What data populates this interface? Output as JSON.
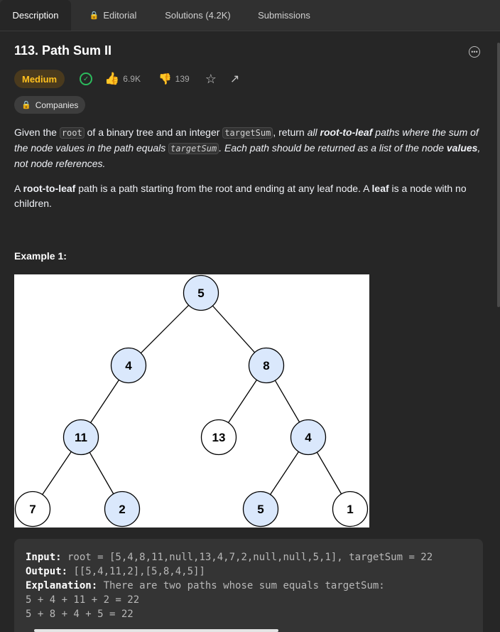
{
  "tabs": {
    "description": "Description",
    "editorial": "Editorial",
    "solutions": "Solutions (4.2K)",
    "submissions": "Submissions"
  },
  "problem": {
    "title": "113. Path Sum II",
    "difficulty": "Medium",
    "likes": "6.9K",
    "dislikes": "139",
    "companies": "Companies"
  },
  "description": {
    "p1_a": "Given the ",
    "p1_code1": "root",
    "p1_b": " of a binary tree and an integer ",
    "p1_code2": "targetSum",
    "p1_c": ", return ",
    "p1_all": "all ",
    "p1_strong1": "root-to-leaf",
    "p1_d": " paths where the sum of the node values in the path equals ",
    "p1_code3": "targetSum",
    "p1_e": ". Each path should be returned as a list of the node ",
    "p1_strong2": "values",
    "p1_f": ", not node references.",
    "p2_a": "A ",
    "p2_strong1": "root-to-leaf",
    "p2_b": " path is a path starting from the root and ending at any leaf node. A ",
    "p2_strong2": "leaf",
    "p2_c": " is a node with no children."
  },
  "example": {
    "title": "Example 1:",
    "input_label": "Input:",
    "input_value": " root = [5,4,8,11,null,13,4,7,2,null,null,5,1], targetSum = 22",
    "output_label": "Output:",
    "output_value": " [[5,4,11,2],[5,8,4,5]]",
    "explanation_label": "Explanation:",
    "explanation_value": " There are two paths whose sum equals targetSum:",
    "line1": "5 + 4 + 11 + 2 = 22",
    "line2": "5 + 8 + 4 + 5 = 22"
  },
  "tree": {
    "nodes": [
      {
        "label": "5",
        "highlight": true
      },
      {
        "label": "4",
        "highlight": true
      },
      {
        "label": "8",
        "highlight": true
      },
      {
        "label": "11",
        "highlight": true
      },
      {
        "label": "13",
        "highlight": false
      },
      {
        "label": "4",
        "highlight": true
      },
      {
        "label": "7",
        "highlight": false
      },
      {
        "label": "2",
        "highlight": true
      },
      {
        "label": "5",
        "highlight": true
      },
      {
        "label": "1",
        "highlight": false
      }
    ]
  },
  "colors": {
    "accent": "#ffa116",
    "medium": "#ffc01e",
    "success": "#2cbb5d",
    "like": "#2a8cf7",
    "node_highlight": "#dae8fc"
  }
}
